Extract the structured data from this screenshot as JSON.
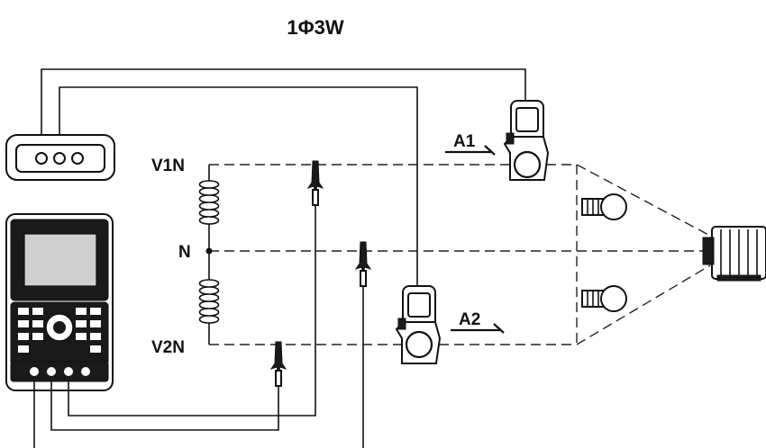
{
  "title": "1Φ3W",
  "terminals": {
    "v1": "V1N",
    "n": "N",
    "v2": "V2N"
  },
  "clamps": {
    "a1": "A1",
    "a2": "A2"
  },
  "icons": [
    "clamp-adapter-icon",
    "power-meter-icon",
    "current-clamp-icon",
    "voltage-probe-icon",
    "coil-icon",
    "lamp-icon",
    "motor-icon"
  ]
}
